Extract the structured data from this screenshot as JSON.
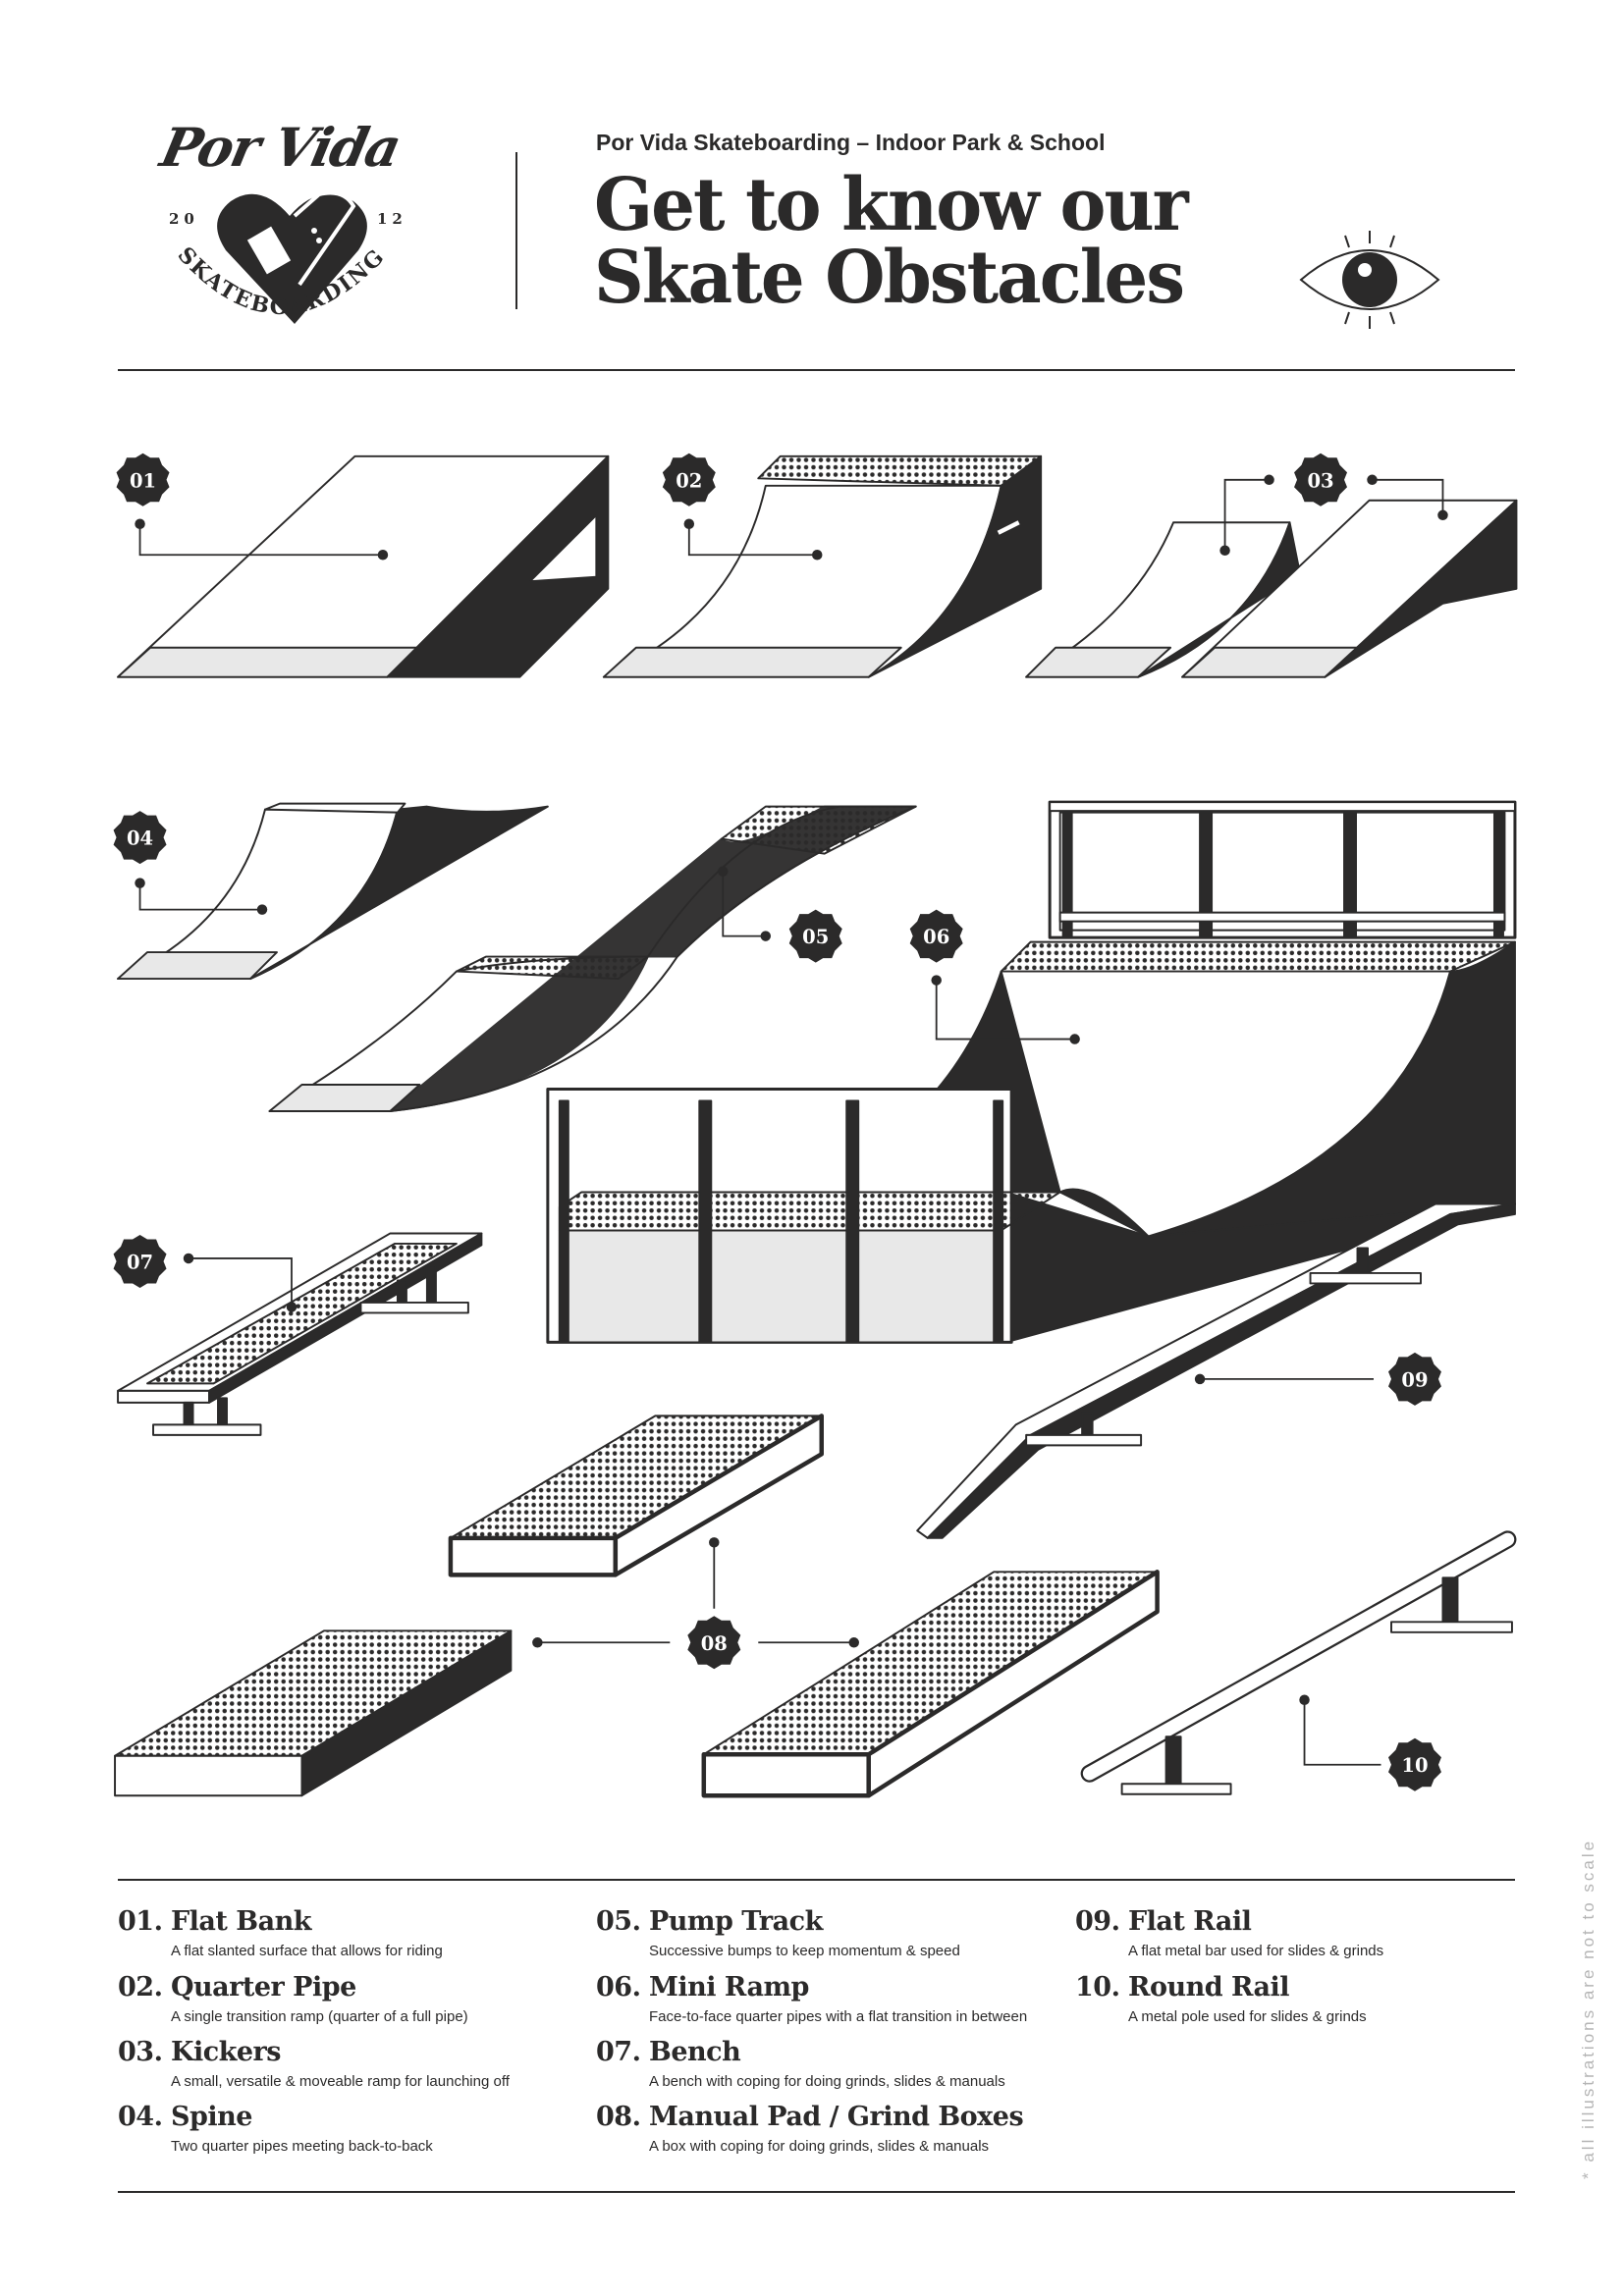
{
  "logo": {
    "script": "Por Vida",
    "year_left": "20",
    "year_right": "12",
    "arc_text": "SKATEBOARDING"
  },
  "header": {
    "subtitle": "Por Vida Skateboarding – Indoor Park & School",
    "title_line1": "Get to know our",
    "title_line2": "Skate Obstacles",
    "icon": "eye-icon"
  },
  "badges": [
    "01",
    "02",
    "03",
    "04",
    "05",
    "06",
    "07",
    "08",
    "09",
    "10"
  ],
  "legend": [
    {
      "num": "01.",
      "name": "Flat Bank",
      "desc": "A flat slanted surface that allows for riding"
    },
    {
      "num": "02.",
      "name": "Quarter Pipe",
      "desc": "A single transition ramp (quarter of a full pipe)"
    },
    {
      "num": "03.",
      "name": "Kickers",
      "desc": "A small, versatile & moveable ramp for launching off"
    },
    {
      "num": "04.",
      "name": "Spine",
      "desc": "Two quarter pipes meeting back-to-back"
    },
    {
      "num": "05.",
      "name": "Pump Track",
      "desc": "Successive bumps to keep momentum & speed"
    },
    {
      "num": "06.",
      "name": "Mini Ramp",
      "desc": "Face-to-face quarter pipes with a flat transition in between"
    },
    {
      "num": "07.",
      "name": "Bench",
      "desc": "A bench with coping for doing grinds, slides & manuals"
    },
    {
      "num": "08.",
      "name": "Manual Pad / Grind Boxes",
      "desc": "A box with coping for doing grinds, slides & manuals"
    },
    {
      "num": "09.",
      "name": "Flat Rail",
      "desc": "A flat metal bar used for slides & grinds"
    },
    {
      "num": "10.",
      "name": "Round Rail",
      "desc": "A metal pole used for slides & grinds"
    }
  ],
  "note": "* all illustrations are not to scale",
  "colors": {
    "ink": "#2b2a2a",
    "light": "#e8e8e8",
    "note": "#b5b5b5"
  }
}
